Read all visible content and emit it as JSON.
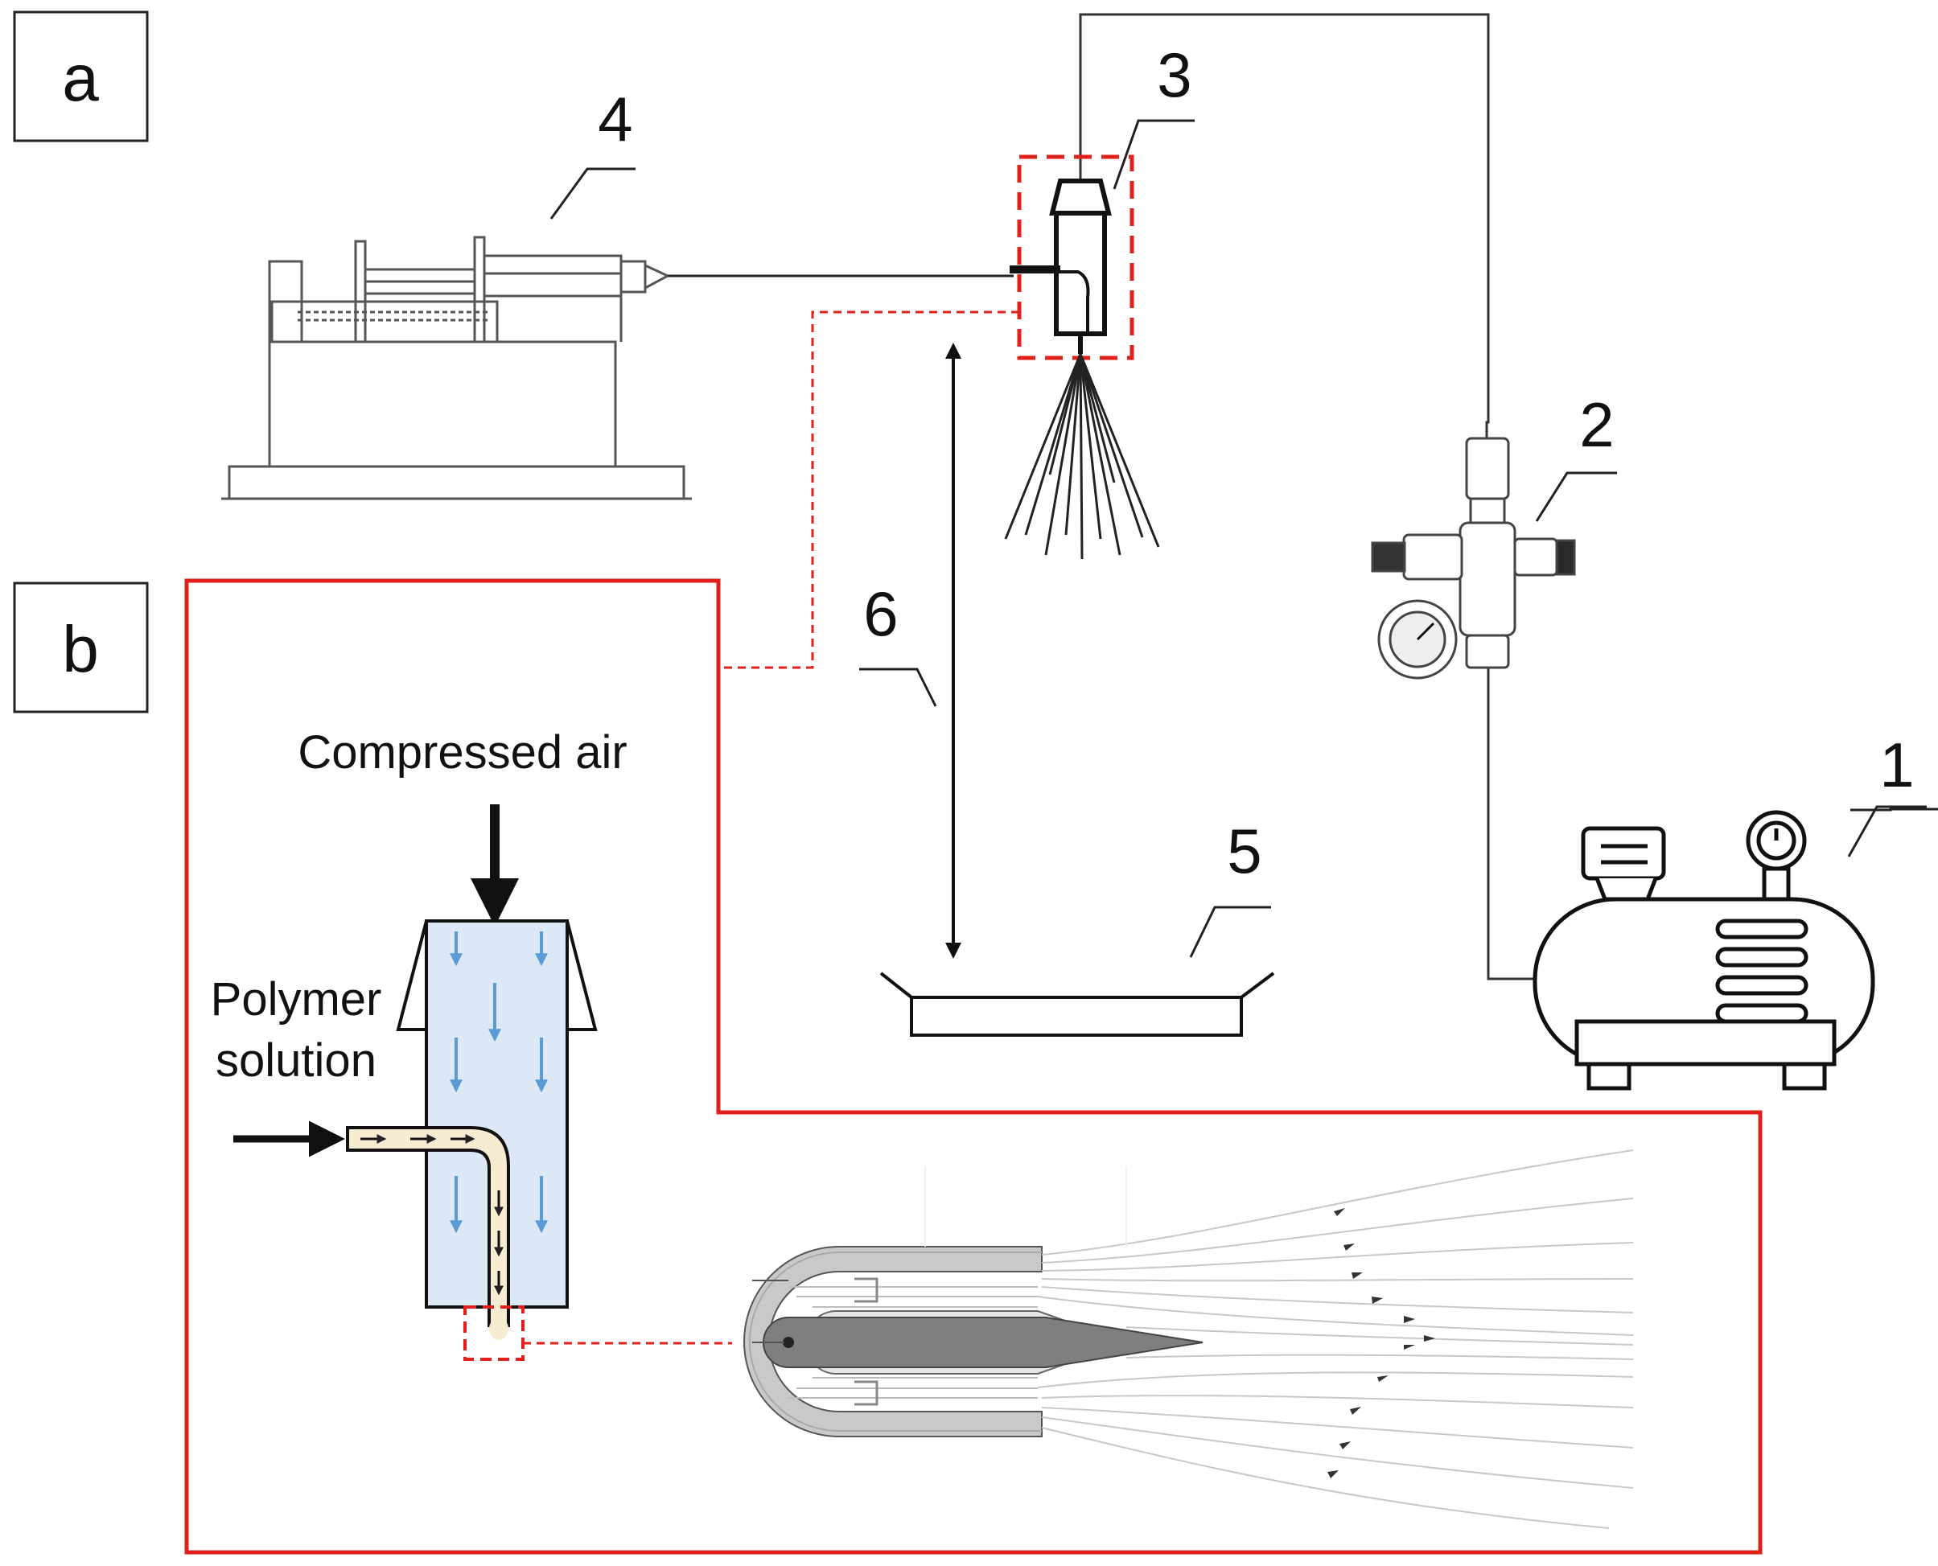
{
  "panels": {
    "a": "a",
    "b": "b"
  },
  "components": {
    "compressor": "1",
    "pressure_regulator": "2",
    "spray_nozzle": "3",
    "syringe_pump": "4",
    "collector": "5",
    "working_distance": "6"
  },
  "labels": {
    "compressed_air": "Compressed air",
    "polymer_line1": "Polymer",
    "polymer_line2": "solution"
  },
  "colors": {
    "highlight": "#e0201b",
    "air_fill": "#dce8f6",
    "air_arrow": "#5b9bd5",
    "polymer_fill": "#f7ecd2",
    "core": "#7f7f7f",
    "shell": "#c9c9c9"
  }
}
